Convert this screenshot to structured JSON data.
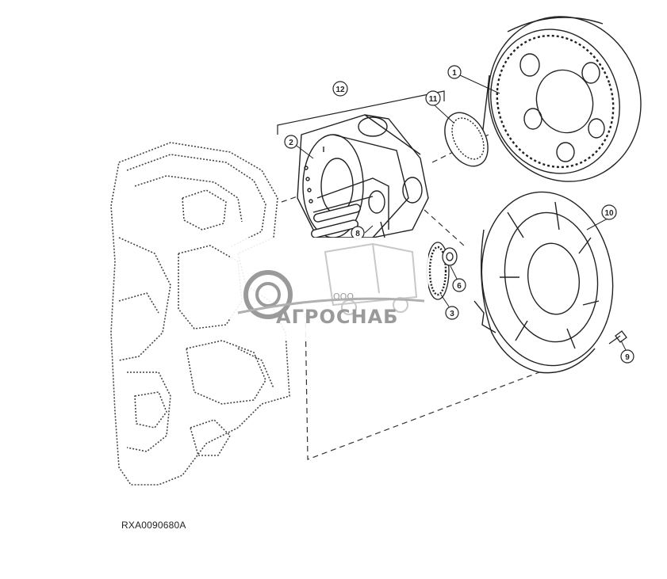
{
  "figure": {
    "code": "RXA0090680A",
    "callouts": [
      {
        "id": "c1",
        "label": "1"
      },
      {
        "id": "c2",
        "label": "2"
      },
      {
        "id": "c3",
        "label": "3"
      },
      {
        "id": "c6",
        "label": "6"
      },
      {
        "id": "c8",
        "label": "8"
      },
      {
        "id": "c9",
        "label": "9"
      },
      {
        "id": "c10",
        "label": "10"
      },
      {
        "id": "c11",
        "label": "11"
      },
      {
        "id": "c12",
        "label": "12"
      }
    ]
  },
  "watermark": {
    "prefix": "ООО",
    "brand": "АГРОСНАБ"
  },
  "colors": {
    "line": "#222222",
    "watermark": "#9a9a9a"
  }
}
